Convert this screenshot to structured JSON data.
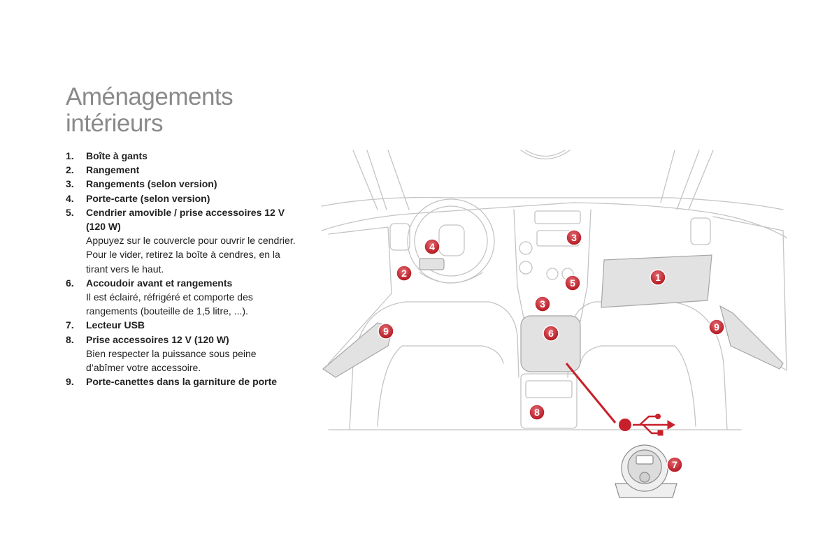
{
  "title": {
    "line1": "Aménagements",
    "line2": "intérieurs"
  },
  "items": [
    {
      "num": "1.",
      "head": "Boîte à gants",
      "desc": []
    },
    {
      "num": "2.",
      "head": "Rangement",
      "desc": []
    },
    {
      "num": "3.",
      "head": "Rangements (selon version)",
      "desc": []
    },
    {
      "num": "4.",
      "head": "Porte-carte (selon version)",
      "desc": []
    },
    {
      "num": "5.",
      "head": "Cendrier amovible / prise accessoires 12 V (120 W)",
      "desc": [
        "Appuyez sur le couvercle pour ouvrir le cendrier.",
        "Pour le vider, retirez la boîte à cendres, en la tirant vers le haut."
      ]
    },
    {
      "num": "6.",
      "head": "Accoudoir avant et rangements",
      "desc": [
        "Il est éclairé, réfrigéré et comporte des rangements (bouteille de 1,5 litre, ...)."
      ]
    },
    {
      "num": "7.",
      "head": "Lecteur USB",
      "desc": []
    },
    {
      "num": "8.",
      "head": "Prise accessoires 12 V (120 W)",
      "desc": [
        "Bien respecter la puissance sous peine d’abîmer votre accessoire."
      ]
    },
    {
      "num": "9.",
      "head": "Porte-canettes dans la garniture de porte",
      "desc": []
    }
  ],
  "callouts": [
    "1",
    "2",
    "3",
    "3",
    "4",
    "5",
    "6",
    "7",
    "8",
    "9",
    "9"
  ],
  "colors": {
    "badge": "#c8202a",
    "title": "#8a8a8a",
    "line": "#bdbdbd",
    "highlight": "#e2e2e2"
  },
  "icons": [
    "usb-icon"
  ]
}
